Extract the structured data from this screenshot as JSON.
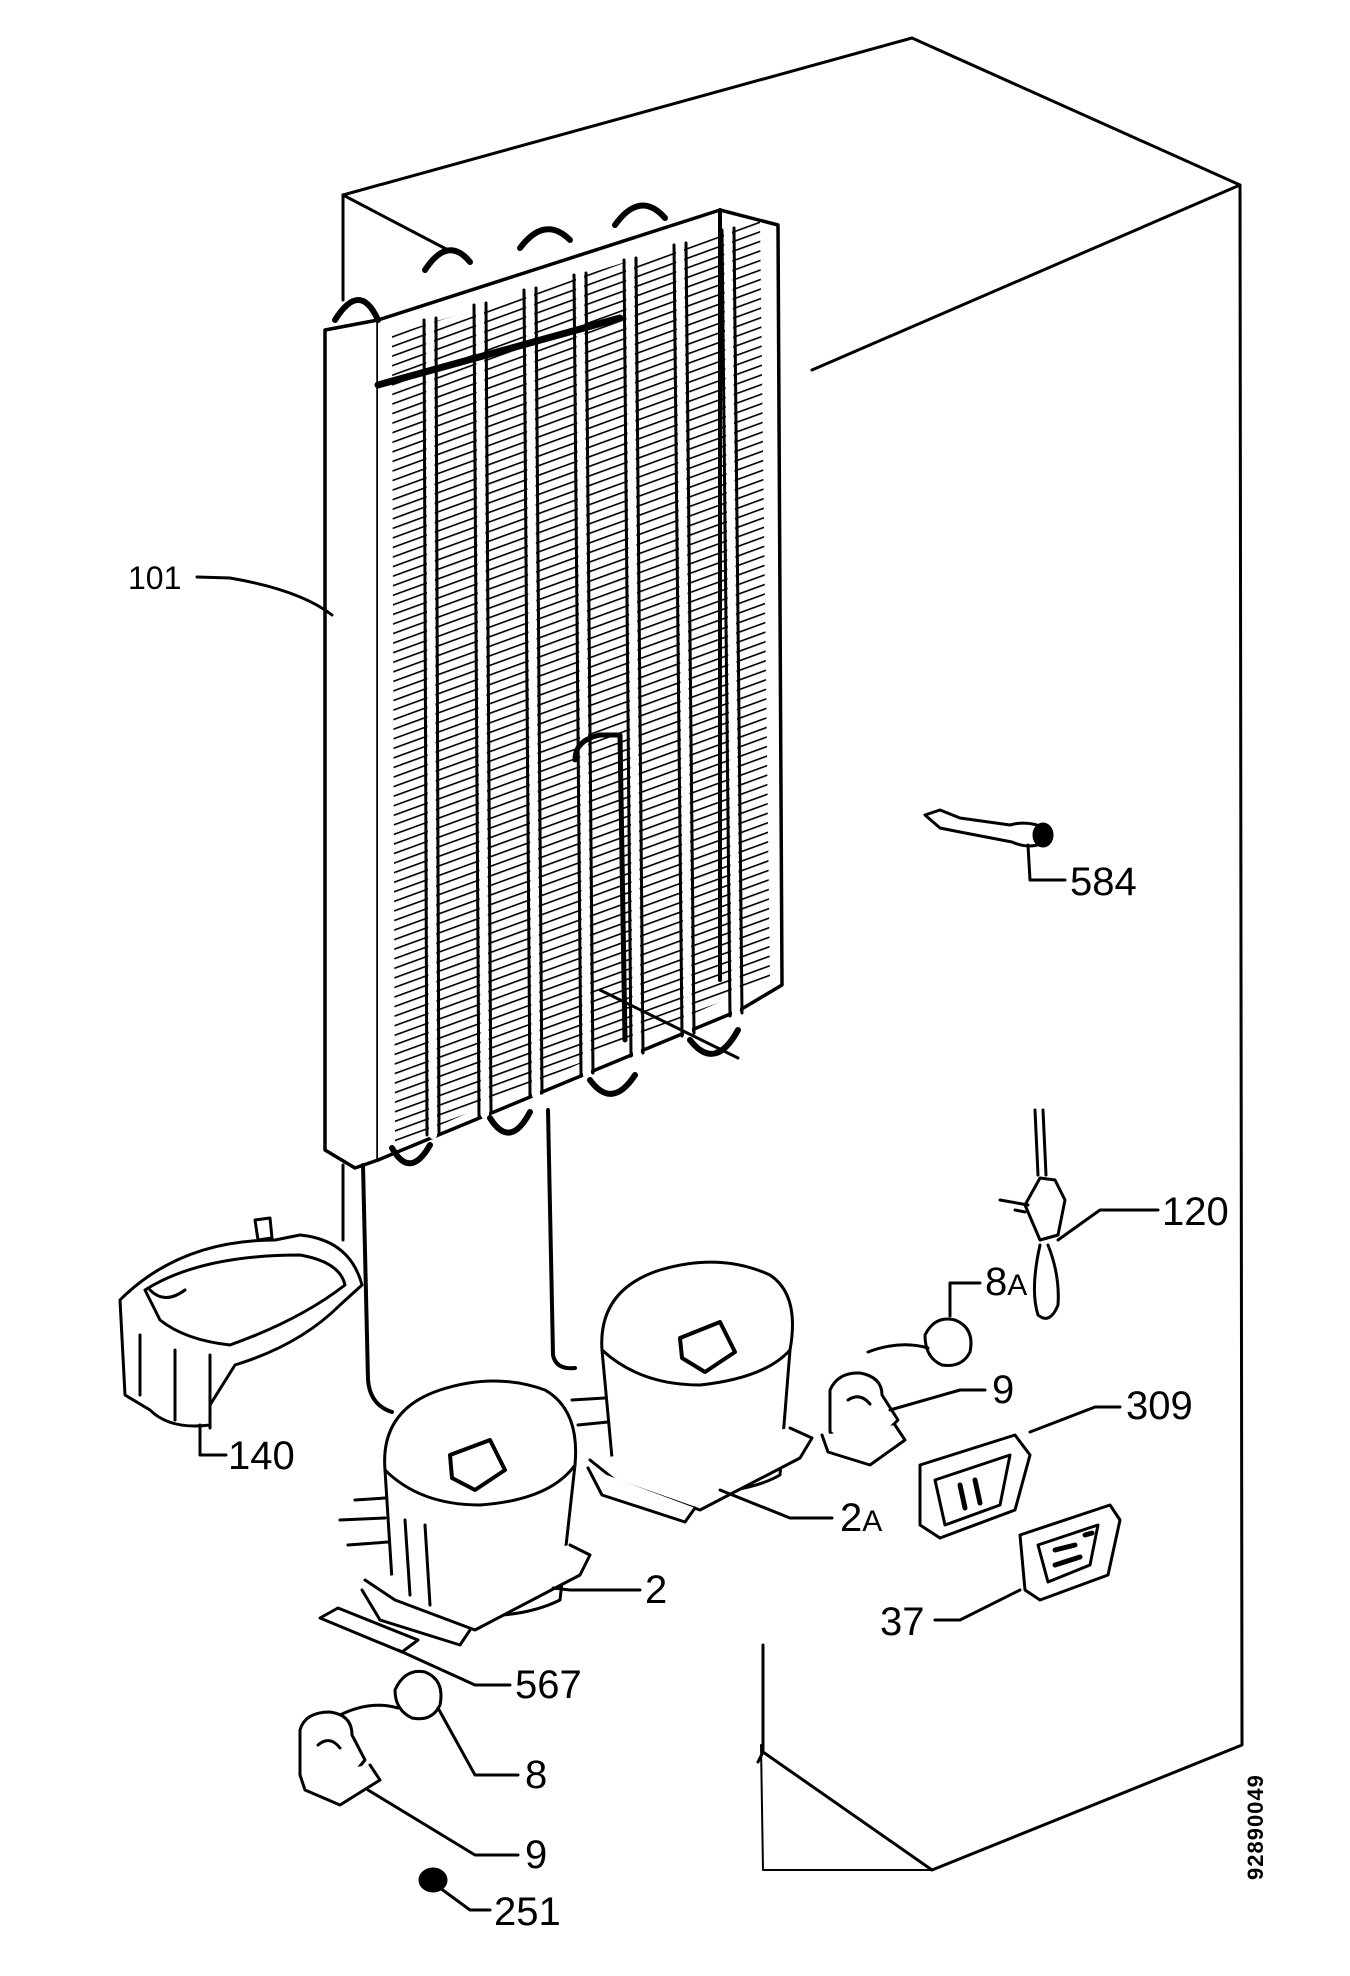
{
  "document_number": "92890049",
  "callouts": [
    {
      "id": "101",
      "main": "101",
      "suffix": ""
    },
    {
      "id": "584",
      "main": "584",
      "suffix": ""
    },
    {
      "id": "120",
      "main": "120",
      "suffix": ""
    },
    {
      "id": "8A",
      "main": "8",
      "suffix": "A"
    },
    {
      "id": "9a",
      "main": "9",
      "suffix": ""
    },
    {
      "id": "309",
      "main": "309",
      "suffix": ""
    },
    {
      "id": "140",
      "main": "140",
      "suffix": ""
    },
    {
      "id": "2A",
      "main": "2",
      "suffix": "A"
    },
    {
      "id": "2",
      "main": "2",
      "suffix": ""
    },
    {
      "id": "37",
      "main": "37",
      "suffix": ""
    },
    {
      "id": "567",
      "main": "567",
      "suffix": ""
    },
    {
      "id": "8",
      "main": "8",
      "suffix": ""
    },
    {
      "id": "9b",
      "main": "9",
      "suffix": ""
    },
    {
      "id": "251",
      "main": "251",
      "suffix": ""
    }
  ]
}
